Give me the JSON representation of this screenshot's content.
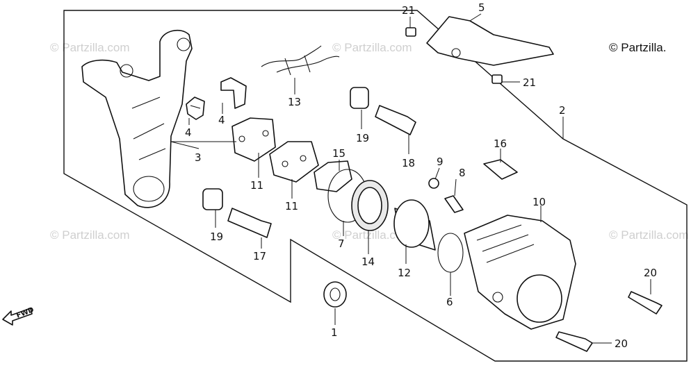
{
  "copyright": "© Partzilla.",
  "watermarks": [
    "© Partzilla.com",
    "© Partzilla.com",
    "© Partzilla.com",
    "© Partzilla.com",
    "© Partzilla.com"
  ],
  "fwd_label": "FWD",
  "callouts": {
    "c1": "1",
    "c2": "2",
    "c3": "3",
    "c4a": "4",
    "c4b": "4",
    "c5": "5",
    "c6": "6",
    "c7": "7",
    "c8": "8",
    "c9": "9",
    "c10": "10",
    "c11a": "11",
    "c11b": "11",
    "c12": "12",
    "c13": "13",
    "c14": "14",
    "c15": "15",
    "c16": "16",
    "c17": "17",
    "c18": "18",
    "c19a": "19",
    "c19b": "19",
    "c20a": "20",
    "c20b": "20",
    "c21a": "21",
    "c21b": "21"
  }
}
